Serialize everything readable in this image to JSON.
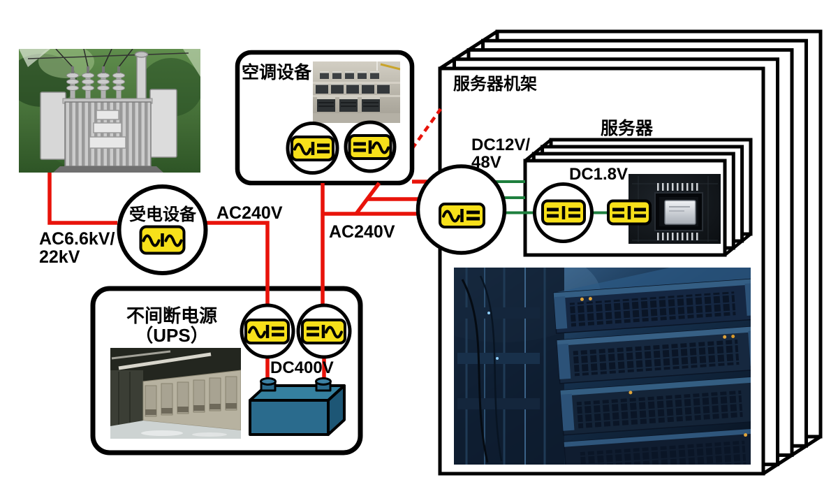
{
  "labels": {
    "hv_input": "AC6.6kV/\n22kV",
    "receiving_equipment": "受电设备",
    "ac240v_top": "AC240V",
    "ac240v_mid": "AC240V",
    "aircon": "空调设备",
    "server_rack": "服务器机架",
    "server": "服务器",
    "dc12v_48v": "DC12V/\n48V",
    "dc1_8v": "DC1.8V",
    "ups": "不间断电源\n（UPS）",
    "dc400v": "DC400V"
  },
  "colors": {
    "wire_ac_red": "#e8130a",
    "wire_dc_green": "#1e7f3e",
    "converter_yellow": "#f7e01a",
    "battery_blue": "#2a6b8d"
  },
  "icons": {
    "receiving_converter": "ac-ac-converter-icon",
    "aircon_converter_in": "ac-dc-converter-icon",
    "aircon_converter_out": "dc-ac-converter-icon",
    "rack_power_supply": "ac-dc-converter-icon",
    "ups_rectifier": "ac-dc-converter-icon",
    "ups_inverter": "dc-ac-converter-icon",
    "server_dcdc_1": "dc-dc-converter-icon",
    "server_dcdc_2": "dc-dc-converter-icon"
  }
}
